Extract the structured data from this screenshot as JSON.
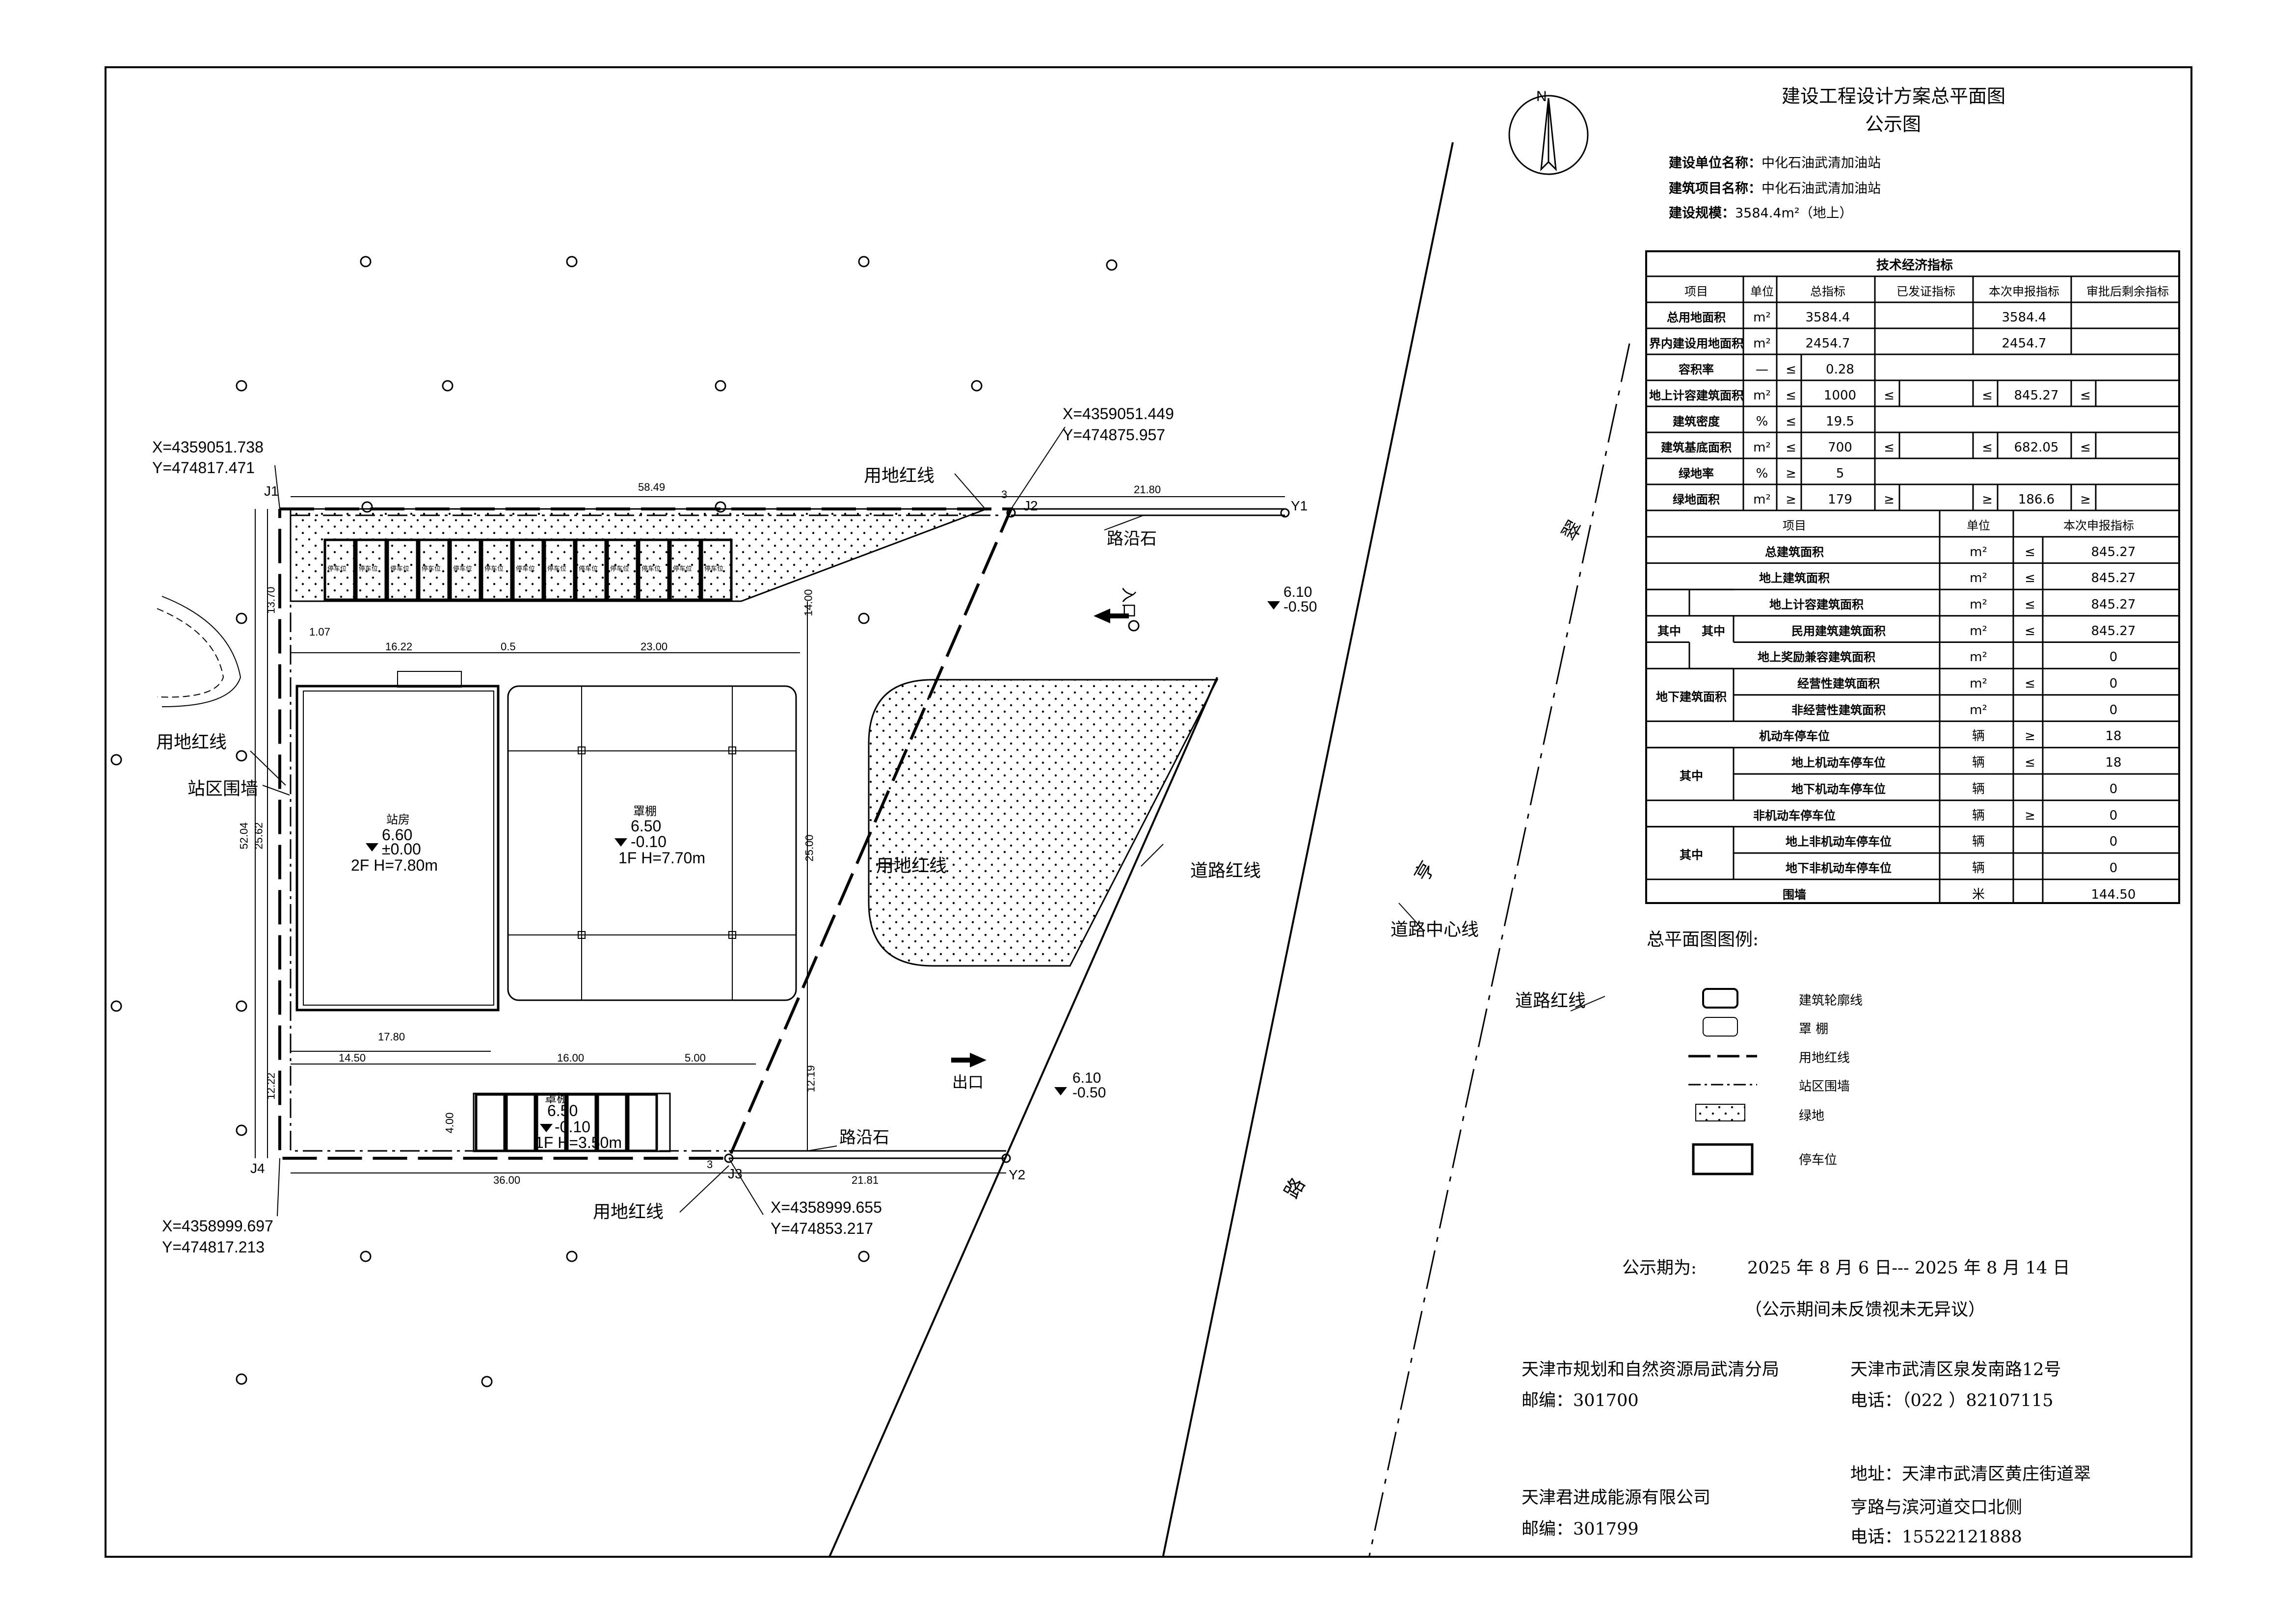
{
  "header": {
    "title": "建设工程设计方案总平面图",
    "subtitle": "公示图",
    "unit_label": "建设单位名称：",
    "unit_value": "中化石油武清加油站",
    "project_label": "建筑项目名称：",
    "project_value": "中化石油武清加油站",
    "scale_label": "建设规模：",
    "scale_value": "3584.4m²（地上）"
  },
  "table": {
    "title": "技术经济指标",
    "head": [
      "项目",
      "单位",
      "总指标",
      "已发证指标",
      "本次申报指标",
      "审批后剩余指标"
    ],
    "rows1": [
      {
        "item": "总用地面积",
        "unit": "m²",
        "total": "3584.4",
        "issued": "",
        "current": "3584.4",
        "remain": ""
      },
      {
        "item": "界内建设用地面积",
        "unit": "m²",
        "total": "2454.7",
        "issued": "",
        "current": "2454.7",
        "remain": ""
      },
      {
        "item": "容积率",
        "unit": "—",
        "op": "≤",
        "total": "0.28"
      },
      {
        "item": "地上计容建筑面积",
        "unit": "m²",
        "op": "≤",
        "total": "1000",
        "iop": "≤",
        "cop": "≤",
        "current": "845.27",
        "rop": "≤"
      },
      {
        "item": "建筑密度",
        "unit": "%",
        "op": "≤",
        "total": "19.5"
      },
      {
        "item": "建筑基底面积",
        "unit": "m²",
        "op": "≤",
        "total": "700",
        "iop": "≤",
        "cop": "≤",
        "current": "682.05",
        "rop": "≤"
      },
      {
        "item": "绿地率",
        "unit": "%",
        "op": "≥",
        "total": "5"
      },
      {
        "item": "绿地面积",
        "unit": "m²",
        "op": "≥",
        "total": "179",
        "iop": "≥",
        "cop": "≥",
        "current": "186.6",
        "rop": "≥"
      }
    ],
    "head2": [
      "项目",
      "单位",
      "本次申报指标"
    ],
    "rows2": [
      {
        "label": "总建筑面积",
        "unit": "m²",
        "op": "≤",
        "val": "845.27"
      },
      {
        "label": "地上建筑面积",
        "unit": "m²",
        "op": "≤",
        "val": "845.27"
      },
      {
        "label": "地上计容建筑面积",
        "unit": "m²",
        "op": "≤",
        "val": "845.27"
      },
      {
        "label": "民用建筑建筑面积",
        "unit": "m²",
        "op": "≤",
        "val": "845.27"
      },
      {
        "label": "地上奖励兼容建筑面积",
        "unit": "m²",
        "op": "",
        "val": "0"
      },
      {
        "label": "经营性建筑面积",
        "unit": "m²",
        "op": "≤",
        "val": "0"
      },
      {
        "label": "非经营性建筑面积",
        "unit": "m²",
        "op": "",
        "val": "0"
      },
      {
        "label": "机动车停车位",
        "unit": "辆",
        "op": "≥",
        "val": "18"
      },
      {
        "label": "地上机动车停车位",
        "unit": "辆",
        "op": "≤",
        "val": "18"
      },
      {
        "label": "地下机动车停车位",
        "unit": "辆",
        "op": "",
        "val": "0"
      },
      {
        "label": "非机动车停车位",
        "unit": "辆",
        "op": "≥",
        "val": "0"
      },
      {
        "label": "地上非机动车停车位",
        "unit": "辆",
        "op": "",
        "val": "0"
      },
      {
        "label": "地下非机动车停车位",
        "unit": "辆",
        "op": "",
        "val": "0"
      },
      {
        "label": "围墙",
        "unit": "米",
        "op": "",
        "val": "144.50"
      }
    ],
    "group_qizhong": "其中",
    "group_underground": "地下建筑面积"
  },
  "legend": {
    "title": "总平面图图例:",
    "items": [
      "建筑轮廓线",
      "罩 棚",
      "用地红线",
      "站区围墙",
      "绿地",
      "停车位"
    ]
  },
  "notice": {
    "period_label": "公示期为:",
    "period_value": "2025 年 8 月 6 日--- 2025 年 8 月 14 日",
    "note": "（公示期间未反馈视未无异议）",
    "org1_name": "天津市规划和自然资源局武清分局",
    "org1_zip": "邮编：301700",
    "org1_addr": "天津市武清区泉发南路12号",
    "org1_tel": "电话：（022 ）82107115",
    "org2_name": "天津君进成能源有限公司",
    "org2_zip": "邮编：301799",
    "org2_addr1": "地址：天津市武清区黄庄街道翠",
    "org2_addr2": "亨路与滨河道交口北侧",
    "org2_tel": "电话：15522121888"
  },
  "plan": {
    "north": "N",
    "coord_j1_x": "X=4359051.738",
    "coord_j1_y": "Y=474817.471",
    "coord_j2_x": "X=4359051.449",
    "coord_j2_y": "Y=474875.957",
    "coord_j4_x": "X=4358999.697",
    "coord_j4_y": "Y=474817.213",
    "coord_j3_x": "X=4358999.655",
    "coord_j3_y": "Y=474853.217",
    "pt_j1": "J1",
    "pt_j2": "J2",
    "pt_j3": "J3",
    "pt_j4": "J4",
    "pt_y1": "Y1",
    "pt_y2": "Y2",
    "label_hongxian": "用地红线",
    "label_weiqiang": "站区围墙",
    "label_luyanshi": "路沿石",
    "label_daolu_hongxian": "道路红线",
    "label_daolu_zhongxin": "道路中心线",
    "label_rukou": "入口",
    "label_chukou": "出口",
    "road_char1": "翠",
    "road_char2": "亨",
    "road_char3": "路",
    "zhanfang": "站房",
    "zhanfang_elev": "6.60",
    "zhanfang_level": "±0.00",
    "zhanfang_h": "2F H=7.80m",
    "zhaopeng": "罩棚",
    "zhaopeng_elev": "6.50",
    "zhaopeng_level": "-0.10",
    "zhaopeng_h": "1F H=7.70m",
    "small_name": "罩棚",
    "small_elev": "6.50",
    "small_level": "-0.10",
    "small_h": "1F H=3.50m",
    "elev_ne_top": "6.10",
    "elev_ne_bot": "-0.50",
    "elev_se_top": "6.10",
    "elev_se_bot": "-0.50",
    "parking_label": "停车位",
    "dim_58_49": "58.49",
    "dim_21_80": "21.80",
    "dim_16_22": "16.22",
    "dim_0_5": "0.5",
    "dim_23_00": "23.00",
    "dim_1_07": "1.07",
    "dim_13_70": "13.70",
    "dim_14_00": "14.00",
    "dim_52_04": "52.04",
    "dim_25_62": "25.62",
    "dim_25_00": "25.00",
    "dim_17_80": "17.80",
    "dim_14_50": "14.50",
    "dim_16_00": "16.00",
    "dim_5_00": "5.00",
    "dim_12_22": "12.22",
    "dim_12_19": "12.19",
    "dim_4_00": "4.00",
    "dim_36_00": "36.00",
    "dim_21_81": "21.81",
    "dim_3": "3"
  }
}
